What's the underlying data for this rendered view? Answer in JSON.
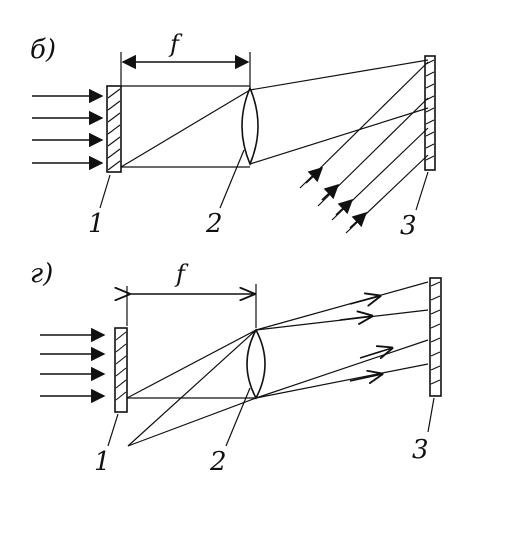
{
  "panel_b": {
    "label": "б)",
    "focal_label": "f",
    "object_label": "1",
    "lens_label": "2",
    "screen_label": "3"
  },
  "panel_g": {
    "label": "г)",
    "focal_label": "f",
    "object_label": "1",
    "lens_label": "2",
    "screen_label": "3"
  }
}
